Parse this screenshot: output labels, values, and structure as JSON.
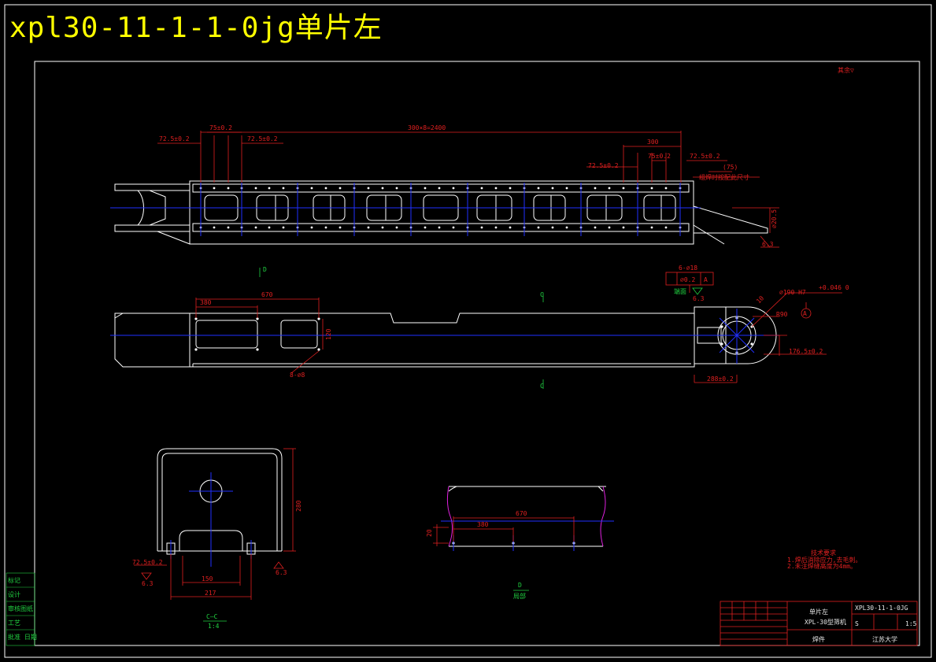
{
  "title": "xpl30-11-1-1-0jg单片左",
  "colors": {
    "background": "#000000",
    "outline": "#ffffff",
    "dimension": "#e02020",
    "annotation": "#20d040",
    "centerline": "#2030ff",
    "title": "#ffff00",
    "section_magenta": "#e020e0"
  },
  "top_view": {
    "dims": {
      "d_72_5_left": "72.5±0.2",
      "d_75": "75±0.2",
      "d_72_5_right_top": "72.5±0.2",
      "d_overall": "300×8=2400",
      "d_300": "300",
      "d_72_5_b": "72.5±0.2",
      "d_75_b": "75±0.2",
      "d_72_5_c": "72.5±0.2",
      "d_75_paren": "(75)",
      "note_match": "组焊时按配此尺寸",
      "d_side": "∅20.5",
      "surface": "6.3"
    }
  },
  "front_view": {
    "dims": {
      "section_d": "D",
      "d_380": "380",
      "d_670": "670",
      "d_120": "120",
      "holes": "8-∅8",
      "section_c_top": "C",
      "section_c_bottom": "C",
      "holes_6": "6-∅18",
      "tolerance": "∅0.2",
      "datum": "A",
      "note_face": "端面",
      "surface": "6.3",
      "d_phi_tol": "∅190 H7",
      "d_tol_val": "+0.046 0",
      "datum_circle": "A",
      "d_r": "R90",
      "d_10": "10",
      "d_176": "176.5±0.2",
      "d_288": "288±0.2"
    }
  },
  "section_cc": {
    "label": "C—C",
    "scale": "1:4",
    "dims": {
      "d_72": "72.5±0.2",
      "d_6_3a": "6.3",
      "d_6_3b": "6.3",
      "d_150": "150",
      "d_217": "217",
      "d_280": "280"
    }
  },
  "view_d": {
    "label": "D",
    "sublabel": "局部",
    "dims": {
      "d_380": "380",
      "d_670": "670",
      "d_20": "20"
    }
  },
  "surface_symbol": "其余▽",
  "tech_notes": {
    "heading": "技术要求",
    "line1": "1.焊后消除应力,去毛刺。",
    "line2": "2.未注焊缝高度为4mm。"
  },
  "title_block": {
    "drawing_no": "XPL30-11-1-0JG",
    "part_name": "单片左",
    "product": "XPL-30型筛机",
    "material": "焊件",
    "school": "江苏大学",
    "scale": "1:5",
    "sheet": "S"
  },
  "left_table": {
    "row1": "标记",
    "row2": "设计",
    "row3": "审核图纸",
    "row4": "工艺",
    "row5": "批准 日期"
  }
}
